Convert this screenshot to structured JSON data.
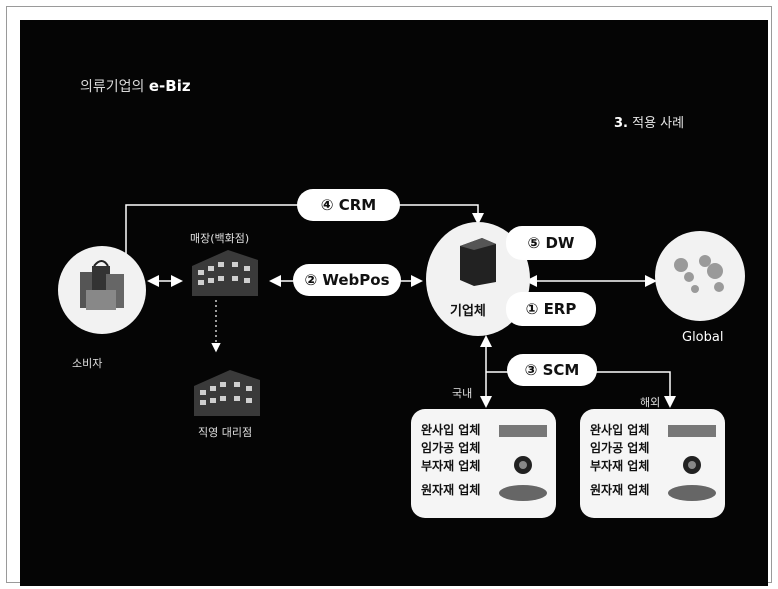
{
  "slide": {
    "title_prefix": "의류기업의",
    "title_bold": "e-Biz",
    "subtitle_num": "3.",
    "subtitle_text": "적용 사례"
  },
  "nodes": {
    "consumer": "소비자",
    "store_top": "매장(백화점)",
    "store_bottom": "직영 대리점",
    "company": "기업체",
    "global": "Global",
    "left_branch": "국내",
    "right_branch": "해외"
  },
  "pills": {
    "crm": "④ CRM",
    "webpos": "② WebPos",
    "dw": "⑤ DW",
    "erp": "① ERP",
    "scm": "③ SCM"
  },
  "supplier_box": {
    "lines": [
      "완사입 업체",
      "임가공 업체",
      "부자재 업체",
      "원자재 업체"
    ]
  }
}
